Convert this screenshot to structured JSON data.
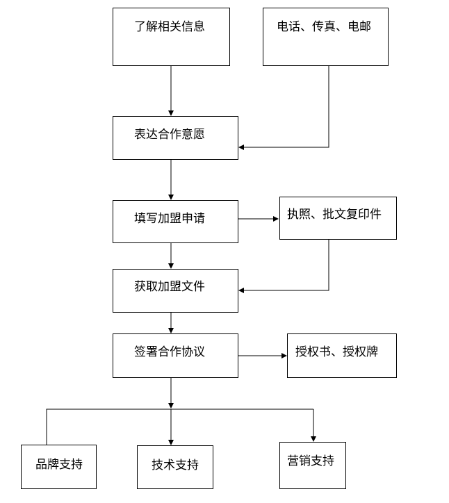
{
  "diagram": {
    "nodes": {
      "learn_info": "了解相关信息",
      "contact": "电话、传真、电邮",
      "express_intent": "表达合作意愿",
      "fill_application": "填写加盟申请",
      "license_copies": "执照、批文复印件",
      "get_documents": "获取加盟文件",
      "sign_agreement": "签署合作协议",
      "authorization": "授权书、授权牌",
      "brand_support": "品牌支持",
      "tech_support": "技术支持",
      "marketing_support": "营销支持"
    },
    "edges": [
      {
        "from": "learn_info",
        "to": "express_intent"
      },
      {
        "from": "contact",
        "to": "express_intent"
      },
      {
        "from": "express_intent",
        "to": "fill_application"
      },
      {
        "from": "fill_application",
        "to": "license_copies"
      },
      {
        "from": "fill_application",
        "to": "get_documents"
      },
      {
        "from": "license_copies",
        "to": "get_documents"
      },
      {
        "from": "get_documents",
        "to": "sign_agreement"
      },
      {
        "from": "sign_agreement",
        "to": "authorization"
      },
      {
        "from": "sign_agreement",
        "to": "brand_support"
      },
      {
        "from": "sign_agreement",
        "to": "tech_support"
      },
      {
        "from": "sign_agreement",
        "to": "marketing_support"
      }
    ]
  }
}
